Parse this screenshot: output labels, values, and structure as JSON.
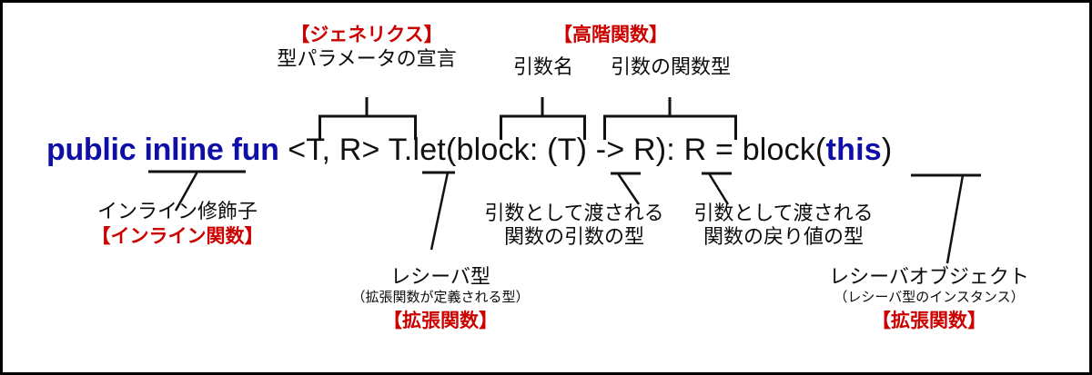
{
  "diagram": {
    "title_code": "public inline fun <T, R> T.let(block: (T) -> R): R = block(this)",
    "code": {
      "modifiers": "public inline fun",
      "type_params": " <T, R> ",
      "signature_a": "T.let(block: (T) -> R): R = block(",
      "this_keyword": "this",
      "signature_b": ")"
    },
    "colors": {
      "keyword_blue": "#0f0fa8",
      "tag_red": "#cc0000",
      "text_black": "#0b0b0b",
      "wire": "#111111",
      "border": "#000000",
      "background": "#ffffff"
    },
    "annotations": {
      "generics": {
        "tag": "【ジェネリクス】",
        "label": "型パラメータの宣言"
      },
      "higher_order": {
        "tag": "【高階関数】"
      },
      "param_name": {
        "label": "引数名"
      },
      "param_function_type": {
        "label": "引数の関数型"
      },
      "inline_modifier": {
        "label": "インライン修飾子",
        "tag": "【インライン関数】"
      },
      "receiver_type": {
        "label": "レシーバ型",
        "sub": "（拡張関数が定義される型）",
        "tag": "【拡張関数】"
      },
      "lambda_arg_type": {
        "line1": "引数として渡される",
        "line2": "関数の引数の型"
      },
      "lambda_return_type": {
        "line1": "引数として渡される",
        "line2": "関数の戻り値の型"
      },
      "receiver_object": {
        "label": "レシーバオブジェクト",
        "sub": "（レシーバ型のインスタンス）",
        "tag": "【拡張関数】"
      }
    }
  }
}
